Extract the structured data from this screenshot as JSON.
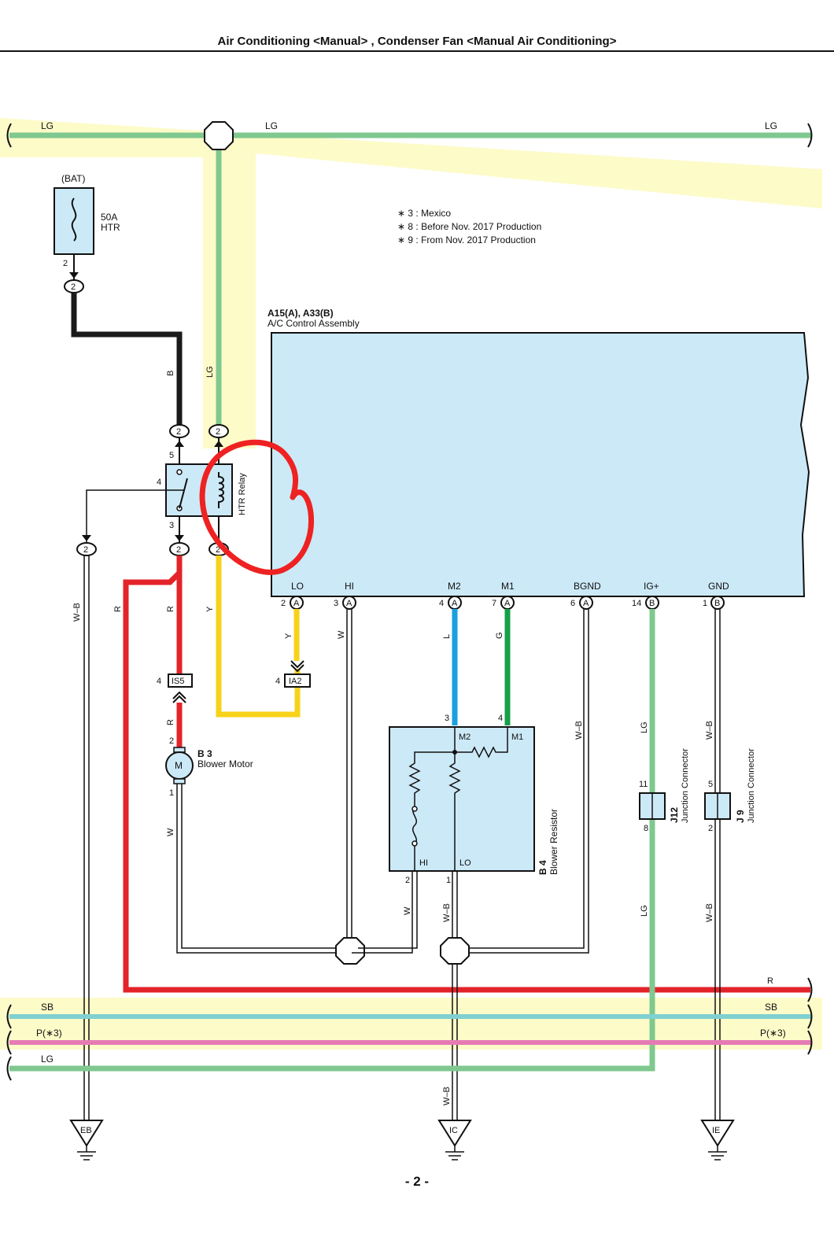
{
  "page": {
    "title": "Air Conditioning <Manual> , Condenser Fan <Manual Air Conditioning>",
    "page_number": "- 2 -"
  },
  "colors": {
    "lg": "#7fc88f",
    "black": "#1a1a1a",
    "red": "#e3232a",
    "yellow": "#f7d21a",
    "blue": "#1aa0e0",
    "green": "#14a04a",
    "sb": "#7fd0d0",
    "pink": "#e57bb4",
    "component_fill": "#cce9f7",
    "highlight": "#fdfbc8",
    "annotation": "#ee2222"
  },
  "notes": {
    "n3": "∗ 3 : Mexico",
    "n8": "∗ 8 : Before Nov.  2017 Production",
    "n9": "∗ 9 : From Nov.  2017 Production"
  },
  "fuse": {
    "source": "(BAT)",
    "rating": "50A",
    "name": "HTR",
    "pin": "2",
    "connector_pin": "2"
  },
  "ac_control": {
    "id": "A15(A), A33(B)",
    "name": "A/C Control Assembly",
    "pins": {
      "lo": {
        "name": "LO",
        "num": "2",
        "conn": "A"
      },
      "hi": {
        "name": "HI",
        "num": "3",
        "conn": "A"
      },
      "m2": {
        "name": "M2",
        "num": "4",
        "conn": "A"
      },
      "m1": {
        "name": "M1",
        "num": "7",
        "conn": "A"
      },
      "bgnd": {
        "name": "BGND",
        "num": "6",
        "conn": "A"
      },
      "ig": {
        "name": "IG+",
        "num": "14",
        "conn": "B"
      },
      "gnd": {
        "name": "GND",
        "num": "1",
        "conn": "B"
      }
    }
  },
  "relay": {
    "name": "HTR Relay",
    "pin5": "5",
    "pin4": "4",
    "pin3": "3",
    "conn_top_b": "2",
    "conn_top_lg": "2",
    "conn_bot_r": "2",
    "conn_bot_y": "2",
    "conn_wb": "2"
  },
  "connectors": {
    "is5": {
      "name": "IS5",
      "pin": "4"
    },
    "ia2": {
      "name": "IA2",
      "pin": "4"
    }
  },
  "motor": {
    "id": "B 3",
    "name": "Blower Motor",
    "symbol": "M",
    "pin_top": "2",
    "pin_bot": "1"
  },
  "resistor": {
    "id": "B 4",
    "name": "Blower Resistor",
    "m2": "M2",
    "m1": "M1",
    "hi": "HI",
    "lo": "LO",
    "pin_m2": "3",
    "pin_m1": "4",
    "pin_hi": "2",
    "pin_lo": "1"
  },
  "junctions": {
    "j12": {
      "id": "J12",
      "name": "Junction Connector",
      "pin_top": "11",
      "pin_bot": "8"
    },
    "j9": {
      "id": "J 9",
      "name": "Junction Connector",
      "pin_top": "5",
      "pin_bot": "2"
    }
  },
  "wire_colors": {
    "lg": "LG",
    "b": "B",
    "r": "R",
    "y": "Y",
    "w": "W",
    "wb": "W–B",
    "l": "L",
    "g": "G",
    "sb": "SB",
    "p3": "P(∗3)"
  },
  "grounds": {
    "eb": "EB",
    "ic": "IC",
    "ie": "IE"
  }
}
